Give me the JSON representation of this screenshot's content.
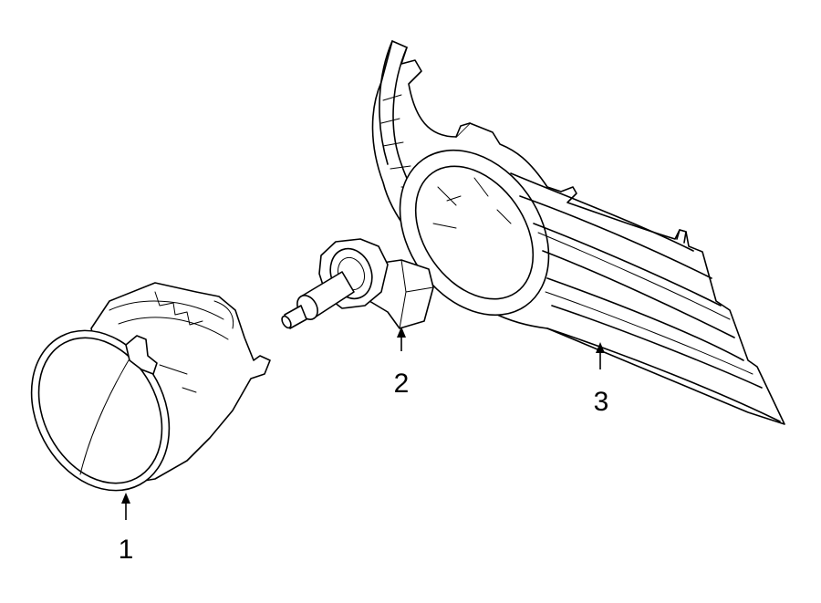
{
  "diagram": {
    "parts": [
      {
        "number": "1",
        "part": "fog-lamp-assembly"
      },
      {
        "number": "2",
        "part": "fog-lamp-bulb"
      },
      {
        "number": "3",
        "part": "fog-lamp-bezel-grille"
      }
    ],
    "colors": {
      "line": "#000000",
      "background": "#ffffff"
    }
  }
}
